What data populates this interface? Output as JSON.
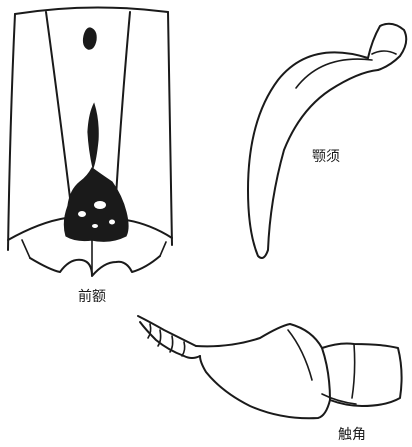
{
  "labels": {
    "frontal": "前额",
    "maxillary_palp": "颚须",
    "antenna": "触角"
  }
}
